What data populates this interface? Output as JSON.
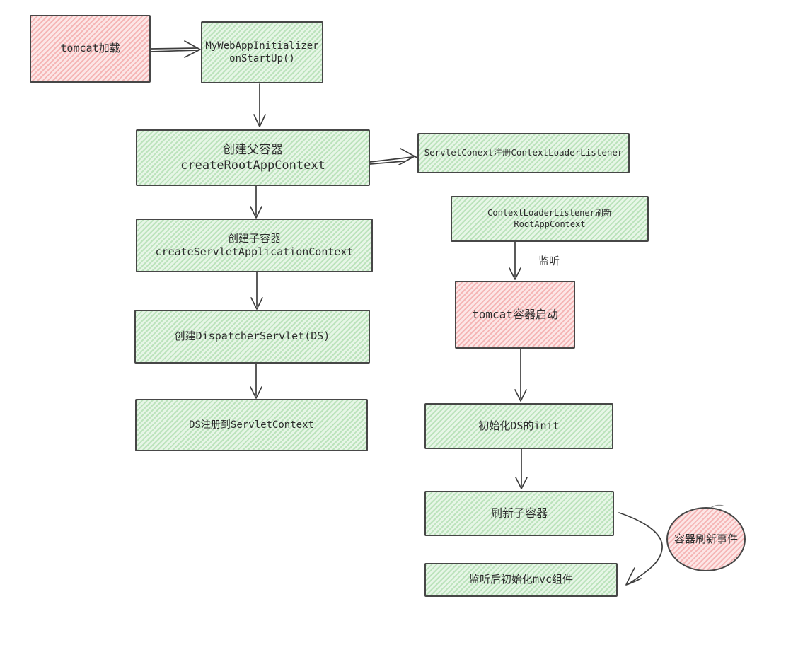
{
  "diagram": {
    "nodes": {
      "tomcat_load": {
        "line1": "tomcat加载"
      },
      "initializer": {
        "line1": "MyWebAppInitializer",
        "line2": "onStartUp()"
      },
      "create_root": {
        "line1": "创建父容器",
        "line2": "createRootAppContext"
      },
      "servlet_register_listener": {
        "line1": "ServletConext注册ContextLoaderListener"
      },
      "listener_refresh_root": {
        "line1": "ContextLoaderListener刷新RootAppContext"
      },
      "tomcat_start": {
        "line1": "tomcat容器启动"
      },
      "create_child": {
        "line1": "创建子容器",
        "line2": "createServletApplicationContext"
      },
      "create_dispatcher": {
        "line1": "创建DispatcherServlet(DS)"
      },
      "ds_register": {
        "line1": "DS注册到ServletContext"
      },
      "init_ds": {
        "line1": "初始化DS的init"
      },
      "refresh_child": {
        "line1": "刷新子容器"
      },
      "init_mvc": {
        "line1": "监听后初始化mvc组件"
      },
      "refresh_event": {
        "line1": "容器刷新事件"
      }
    },
    "labels": {
      "listen": "监听"
    },
    "edges": [
      {
        "from": "tomcat_load",
        "to": "initializer"
      },
      {
        "from": "initializer",
        "to": "create_root"
      },
      {
        "from": "create_root",
        "to": "servlet_register_listener"
      },
      {
        "from": "create_root",
        "to": "create_child"
      },
      {
        "from": "create_child",
        "to": "create_dispatcher"
      },
      {
        "from": "create_dispatcher",
        "to": "ds_register"
      },
      {
        "from": "listener_refresh_root",
        "to": "tomcat_start",
        "label": "监听"
      },
      {
        "from": "tomcat_start",
        "to": "init_ds"
      },
      {
        "from": "init_ds",
        "to": "refresh_child"
      },
      {
        "from": "refresh_child",
        "to": "init_mvc",
        "annotation": "容器刷新事件"
      }
    ],
    "colors": {
      "green_fill": "#e7f6e7",
      "green_hatch": "#bce3bc",
      "red_fill": "#fce6e6",
      "red_hatch": "#f5b6b6",
      "border": "#474747",
      "arrow": "#3e3e3e",
      "text": "#2d2d2d"
    }
  }
}
